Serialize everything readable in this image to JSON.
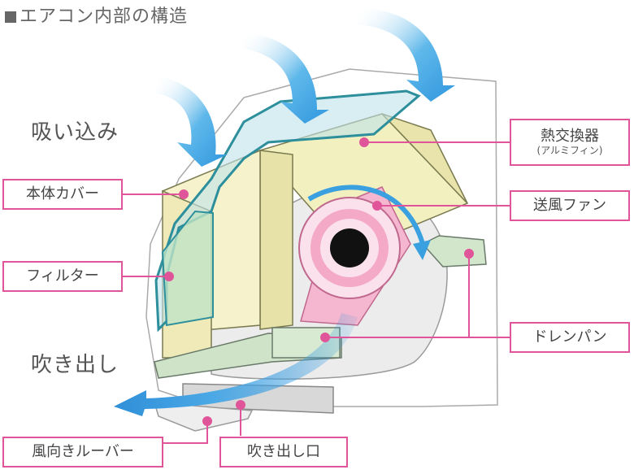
{
  "title": "エアコン内部の構造",
  "labels": {
    "intake": "吸い込み",
    "outlet_air": "吹き出し"
  },
  "callouts": {
    "body_cover": "本体カバー",
    "filter": "フィルター",
    "heat_exchanger": "熱交換器",
    "heat_exchanger_sub": "(アルミフィン)",
    "fan": "送風ファン",
    "drain_pan": "ドレンパン",
    "louver": "風向きルーバー",
    "outlet": "吹き出し口"
  },
  "colors": {
    "accent": "#e0559a",
    "air_arrow": "#3aa0e0",
    "cover_frame": "#3a9aa8",
    "heat_exchanger_fill": "#f3f0c0",
    "drain_pan_fill": "#cfe3c8",
    "fan_pink": "#f4b7cf"
  }
}
